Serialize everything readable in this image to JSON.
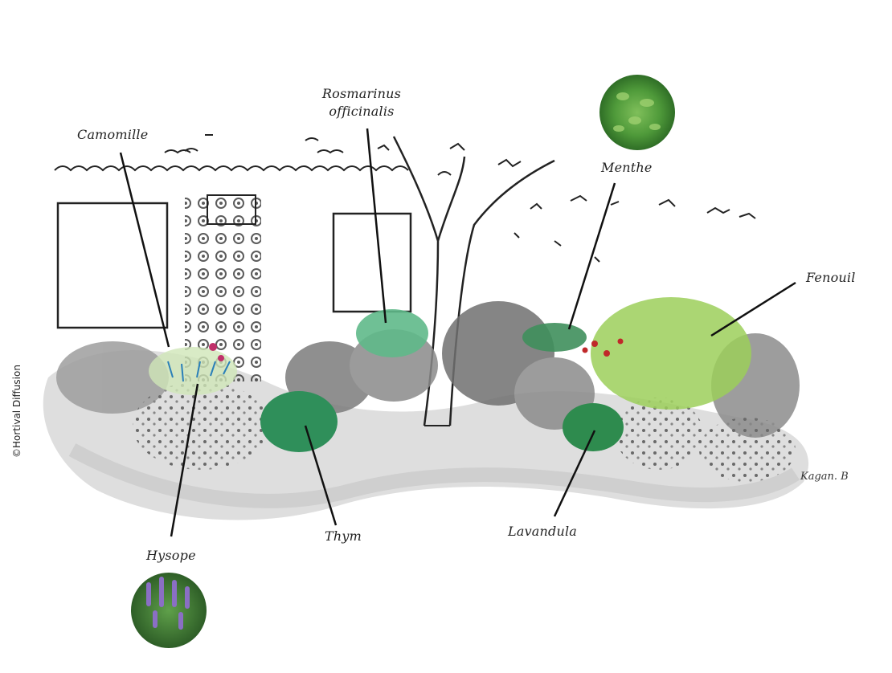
{
  "labels": {
    "camomille": "Camomille",
    "rosmarinus_line1": "Rosmarinus",
    "rosmarinus_line2": "officinalis",
    "menthe": "Menthe",
    "fenouil": "Fenouil",
    "hysope": "Hysope",
    "thym": "Thym",
    "lavandula": "Lavandula"
  },
  "copyright": "©Hortival Diffusion",
  "signature": "Kagan. B",
  "photos": {
    "menthe": "mint-leaves-photo",
    "hysope": "hyssop-flowers-photo"
  },
  "colors": {
    "ink": "#222222",
    "wash_gray": "#cfcfcf",
    "thym_green": "#2f8f5a",
    "lavandula_green": "#2e8b4e",
    "fenouil_green": "#9ccf5a",
    "rosmarinus_green": "#5fb98a",
    "hysope_purple": "#8a6fc4"
  }
}
